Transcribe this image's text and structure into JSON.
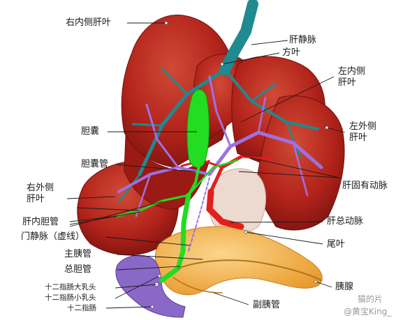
{
  "labels": {
    "right_medial_lobe": "右内侧肝叶",
    "hepatic_vein": "肝静脉",
    "quadrate_lobe": "方叶",
    "left_medial_lobe": [
      "左内侧",
      "肝叶"
    ],
    "gallbladder": "胆囊",
    "left_lateral_lobe": [
      "左外侧",
      "肝叶"
    ],
    "cystic_duct": "胆囊管",
    "right_lateral_lobe": [
      "右外侧",
      "肝叶"
    ],
    "proper_hepatic_artery": "肝固有动脉",
    "intrahepatic_bile_duct": "肝内胆管",
    "common_hepatic_artery": "肝总动脉",
    "portal_vein": "门静脉（虚线）",
    "caudate_lobe": "尾叶",
    "main_pancreatic_duct": "主胰管",
    "common_bile_duct": "总胆管",
    "pancreas": "胰腺",
    "major_duodenal_papilla": "十二指肠大乳头",
    "minor_duodenal_papilla": "十二指肠小乳头",
    "duodenum": "十二指肠",
    "accessory_pancreatic_duct": "副胰管"
  },
  "watermark": {
    "name": "猫的片",
    "handle": "@黄宝King_"
  },
  "colors": {
    "liver": "#b8241c",
    "liver_dark": "#8e1712",
    "liver_light": "#d9503d",
    "hepatic_vein": "#1f8a8f",
    "bile_duct": "#22dd22",
    "artery": "#e0201e",
    "portal_vein": "#a070e0",
    "pancreas": "#f5b041",
    "duodenum": "#8a68c8",
    "leader": "#1a1a1a"
  }
}
